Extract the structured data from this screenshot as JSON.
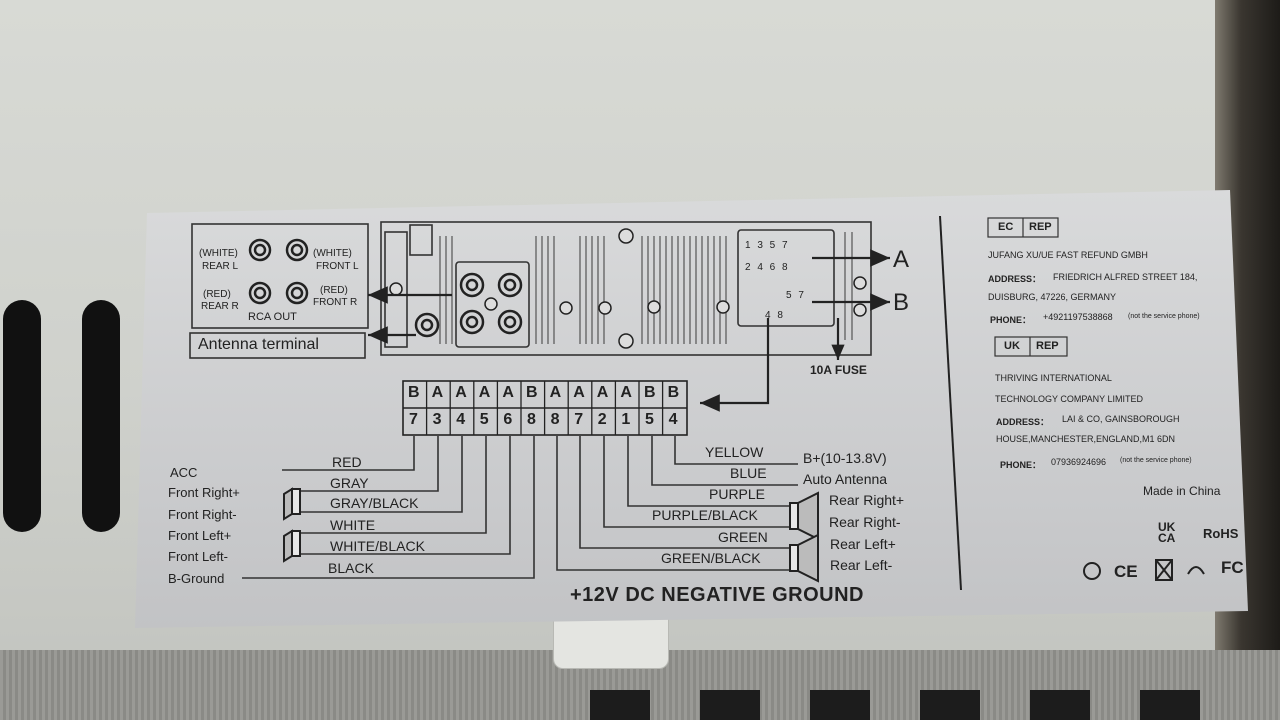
{
  "rca": {
    "white_l": "(WHITE)",
    "rear_l": "REAR L",
    "white_r": "(WHITE)",
    "front_l": "FRONT L",
    "red_l": "(RED)",
    "rear_r": "REAR R",
    "red_r": "(RED)",
    "front_r": "FRONT R",
    "rca_out": "RCA OUT"
  },
  "antenna_terminal": "Antenna terminal",
  "iso_a": "A",
  "iso_b": "B",
  "iso_pins_a_top": "1 3 5 7",
  "iso_pins_a_bottom": "2 4 6 8",
  "iso_pins_b_top": "5 7",
  "iso_pins_b_bottom": "4  8",
  "fuse": "10A FUSE",
  "pins_top": [
    "B",
    "A",
    "A",
    "A",
    "A",
    "B",
    "A",
    "A",
    "A",
    "A",
    "B",
    "B"
  ],
  "pins_bottom": [
    "7",
    "3",
    "4",
    "5",
    "6",
    "8",
    "8",
    "7",
    "2",
    "1",
    "5",
    "4"
  ],
  "left_wires": [
    {
      "func": "ACC",
      "color": "RED"
    },
    {
      "func": "Front Right+",
      "color": "GRAY"
    },
    {
      "func": "Front Right-",
      "color": "GRAY/BLACK"
    },
    {
      "func": "Front Left+",
      "color": "WHITE"
    },
    {
      "func": "Front Left-",
      "color": "WHITE/BLACK"
    },
    {
      "func": "B-Ground",
      "color": "BLACK"
    }
  ],
  "right_wires": [
    {
      "color": "YELLOW",
      "func": "B+(10-13.8V)"
    },
    {
      "color": "BLUE",
      "func": "Auto Antenna"
    },
    {
      "color": "PURPLE",
      "func": "Rear Right+"
    },
    {
      "color": "PURPLE/BLACK",
      "func": "Rear Right-"
    },
    {
      "color": "GREEN",
      "func": "Rear Left+"
    },
    {
      "color": "GREEN/BLACK",
      "func": "Rear Left-"
    }
  ],
  "negative_ground": "+12V DC NEGATIVE GROUND",
  "ec_rep": {
    "ec": "EC",
    "rep": "REP"
  },
  "ec_company": "JUFANG XU/UE FAST REFUND GMBH",
  "ec_address_label": "ADDRESS：",
  "ec_address_1": "FRIEDRICH ALFRED STREET 184,",
  "ec_address_2": "DUISBURG, 47226, GERMANY",
  "ec_phone_label": "PHONE：",
  "ec_phone": "+4921197538868",
  "ec_phone_note": "(not the service phone)",
  "uk_rep": {
    "uk": "UK",
    "rep": "REP"
  },
  "uk_company_1": "THRIVING INTERNATIONAL",
  "uk_company_2": "TECHNOLOGY COMPANY LIMITED",
  "uk_address_label": "ADDRESS：",
  "uk_address_1": "LAI & CO, GAINSBOROUGH",
  "uk_address_2": "HOUSE,MANCHESTER,ENGLAND,M1 6DN",
  "uk_phone_label": "PHONE：",
  "uk_phone": "07936924696",
  "uk_phone_note": "(not the service phone)",
  "made_in": "Made in China",
  "ukca": "UK CA",
  "rohs": "RoHS",
  "ce": "CE",
  "fc": "FC"
}
